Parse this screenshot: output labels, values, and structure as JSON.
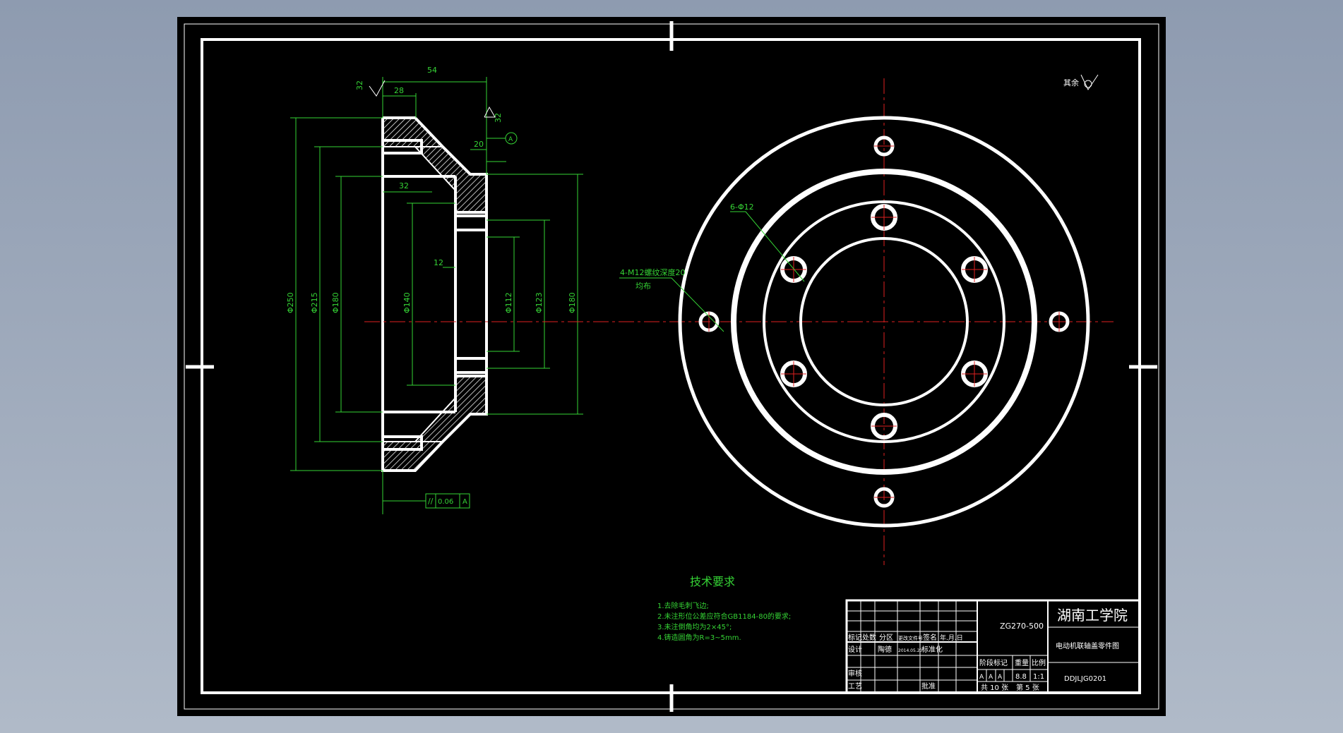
{
  "drawing": {
    "roughness_note": "其余",
    "roughness_value": "32",
    "datum_label": "A",
    "tolerance": {
      "symbol": "//",
      "value": "0.06",
      "datum": "A"
    },
    "dims_top": [
      "54",
      "28",
      "20"
    ],
    "dims_inner": [
      "32",
      "12"
    ],
    "dims_left": [
      "Φ250",
      "Φ215",
      "Φ180",
      "Φ140"
    ],
    "dims_right": [
      "Φ112",
      "Φ123",
      "Φ180"
    ],
    "callouts": {
      "holes6": "6-Φ12",
      "threads_line1": "4-M12螺纹深度20",
      "threads_line2": "均布"
    }
  },
  "tech": {
    "title": "技术要求",
    "items": [
      "1.去除毛刺飞边;",
      "2.未注形位公差应符合GB1184-80的要求;",
      "3.未注倒角均为2×45°;",
      "4.铸造圆角为R=3~5mm."
    ]
  },
  "titleblock": {
    "code": "ZG270-500",
    "school": "湖南工学院",
    "part_name": "电动机联轴盖零件图",
    "drawing_no": "DDJLJG0201",
    "row_labels": {
      "mark": "标记",
      "count": "处数",
      "zone": "分区",
      "file": "更改文件号",
      "sign": "签名",
      "date": "年.月.日",
      "design": "设计",
      "designer": "陶德",
      "design_date": "2014.05.20",
      "standard": "标准化",
      "review": "审核",
      "process": "工艺",
      "approve": "批准"
    },
    "stage_label": "阶段标记",
    "weight_label": "重量",
    "scale_label": "比例",
    "weight": "8.8",
    "scale": "1:1",
    "stage_marks": [
      "A",
      "A",
      "A"
    ],
    "total": "共 10 张",
    "sheet": "第 5 张"
  }
}
